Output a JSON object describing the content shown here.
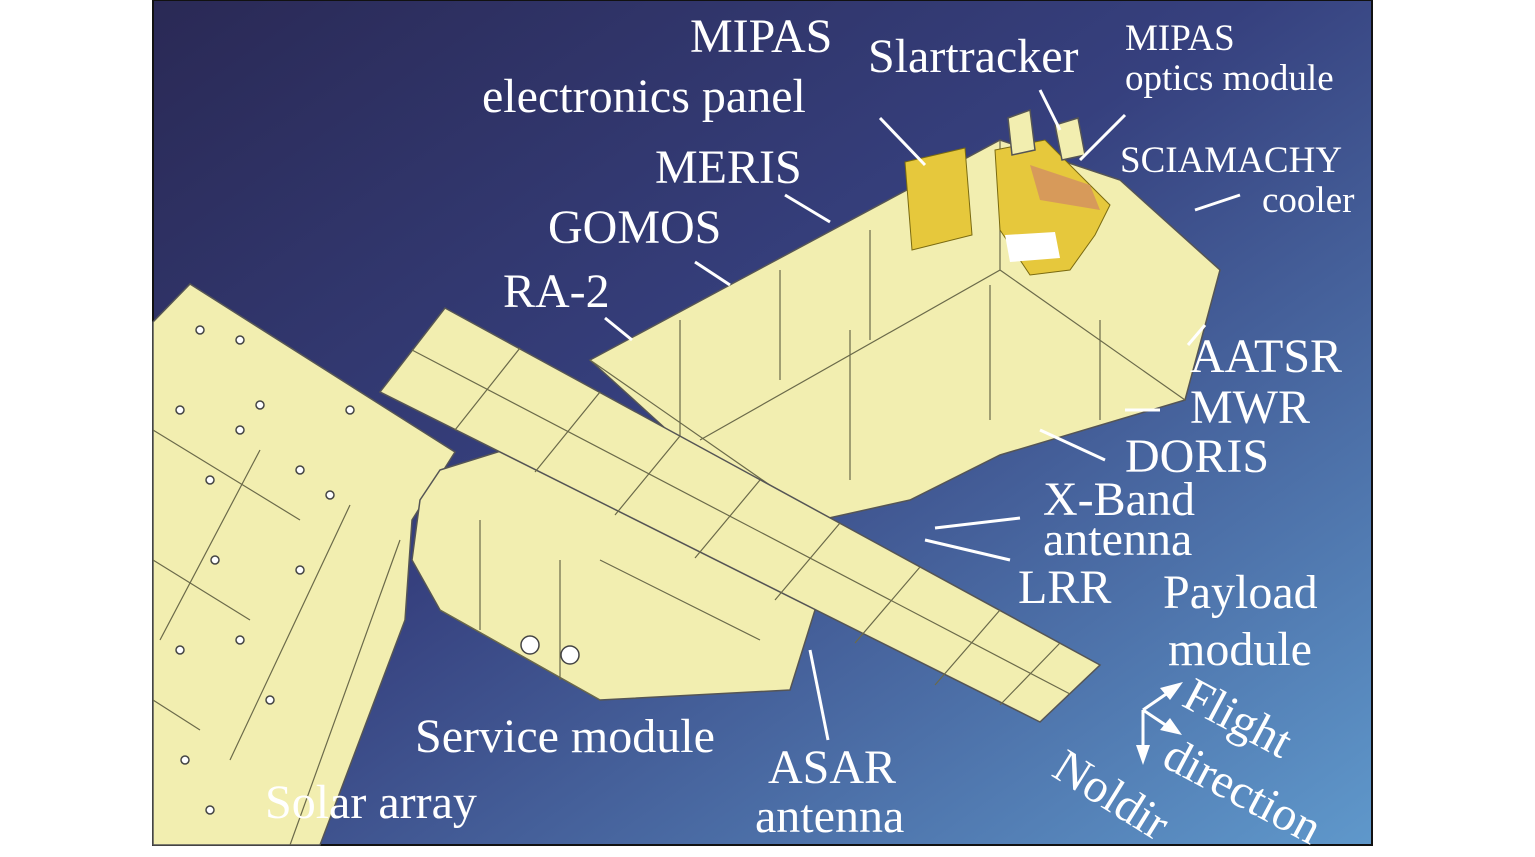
{
  "title": "Envisat satellite configuration",
  "colors": {
    "sky_top": "#2c2c5a",
    "sky_bottom": "#5b93c8",
    "body": "#f2eeb0",
    "instrument": "#e3c53a"
  },
  "labels": {
    "mipas_electronics_1": "MIPAS",
    "mipas_electronics_2": "electronics panel",
    "startracker": "Slartracker",
    "mipas_optics_1": "MIPAS",
    "mipas_optics_2": "optics module",
    "sciamachy_1": "SCIAMACHY",
    "sciamachy_2": "cooler",
    "meris": "MERIS",
    "gomos": "GOMOS",
    "ra2": "RA-2",
    "aatsr": "AATSR",
    "mwr": "MWR",
    "doris": "DORIS",
    "xband_1": "X-Band",
    "xband_2": "antenna",
    "lrr": "LRR",
    "payload_1": "Payload",
    "payload_2": "module",
    "service_module": "Service module",
    "asar_1": "ASAR",
    "asar_2": "antenna",
    "solar_array": "Solar array",
    "flight": "Flight",
    "direction": "direction",
    "nadir": "Noldir"
  }
}
